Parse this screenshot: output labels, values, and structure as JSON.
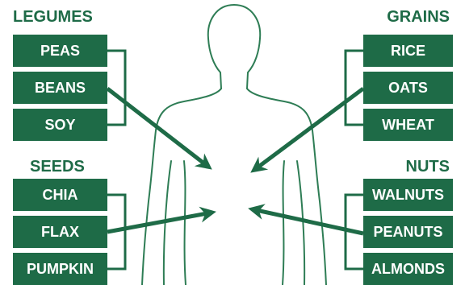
{
  "colors": {
    "accent": "#1e6b47",
    "outline": "#2e7d55",
    "text_on_accent": "#ffffff",
    "background": "#ffffff"
  },
  "groups": {
    "legumes": {
      "title": "LEGUMES",
      "items": [
        "PEAS",
        "BEANS",
        "SOY"
      ]
    },
    "grains": {
      "title": "GRAINS",
      "items": [
        "RICE",
        "OATS",
        "WHEAT"
      ]
    },
    "seeds": {
      "title": "SEEDS",
      "items": [
        "CHIA",
        "FLAX",
        "PUMPKIN"
      ]
    },
    "nuts": {
      "title": "NUTS",
      "items": [
        "WALNUTS",
        "PEANUTS",
        "ALMONDS"
      ]
    }
  }
}
